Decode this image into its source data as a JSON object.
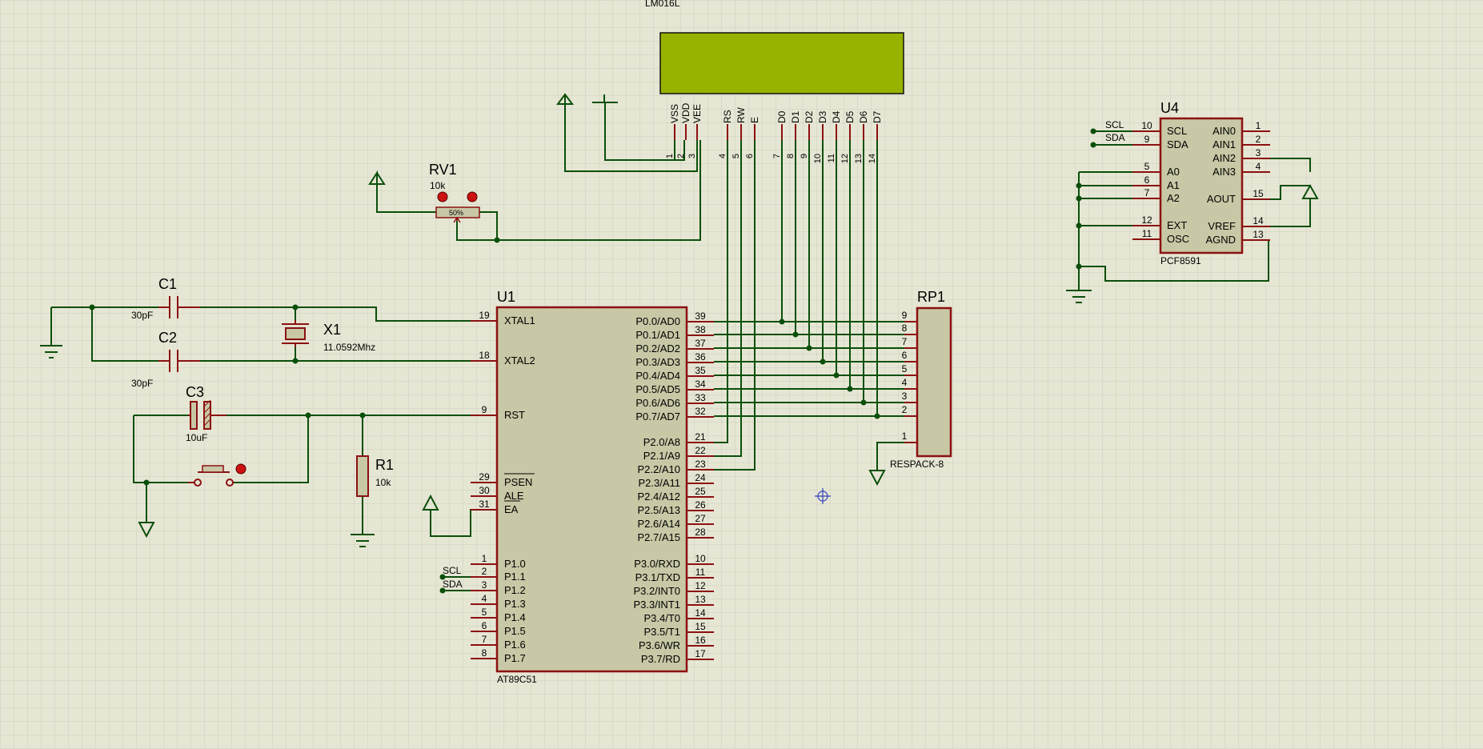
{
  "colors": {
    "wire": "#0a4f0a",
    "body_stroke": "#8b1010",
    "body_fill": "#c8c8a6",
    "lcd_fill": "#98b200",
    "grid": "#cfcfbf"
  },
  "lcd": {
    "title": "LM016L",
    "pins": [
      {
        "name": "VSS",
        "num": "1"
      },
      {
        "name": "VDD",
        "num": "2"
      },
      {
        "name": "VEE",
        "num": "3"
      },
      {
        "name": "RS",
        "num": "4"
      },
      {
        "name": "RW",
        "num": "5"
      },
      {
        "name": "E",
        "num": "6"
      },
      {
        "name": "D0",
        "num": "7"
      },
      {
        "name": "D1",
        "num": "8"
      },
      {
        "name": "D2",
        "num": "9"
      },
      {
        "name": "D3",
        "num": "10"
      },
      {
        "name": "D4",
        "num": "11"
      },
      {
        "name": "D5",
        "num": "12"
      },
      {
        "name": "D6",
        "num": "13"
      },
      {
        "name": "D7",
        "num": "14"
      }
    ]
  },
  "rv1": {
    "ref": "RV1",
    "value": "10k",
    "percent": "50%"
  },
  "c1": {
    "ref": "C1",
    "value": "30pF"
  },
  "c2": {
    "ref": "C2",
    "value": "30pF"
  },
  "c3": {
    "ref": "C3",
    "value": "10uF"
  },
  "x1": {
    "ref": "X1",
    "value": "11.0592Mhz"
  },
  "r1": {
    "ref": "R1",
    "value": "10k"
  },
  "u1": {
    "ref": "U1",
    "part": "AT89C51",
    "left_pins": [
      {
        "name": "XTAL1",
        "num": "19"
      },
      {
        "name": "XTAL2",
        "num": "18"
      },
      {
        "name": "RST",
        "num": "9"
      },
      {
        "name": "PSEN",
        "num": "29"
      },
      {
        "name": "ALE",
        "num": "30"
      },
      {
        "name": "EA",
        "num": "31"
      },
      {
        "name": "P1.0",
        "num": "1"
      },
      {
        "name": "P1.1",
        "num": "2"
      },
      {
        "name": "P1.2",
        "num": "3"
      },
      {
        "name": "P1.3",
        "num": "4"
      },
      {
        "name": "P1.4",
        "num": "5"
      },
      {
        "name": "P1.5",
        "num": "6"
      },
      {
        "name": "P1.6",
        "num": "7"
      },
      {
        "name": "P1.7",
        "num": "8"
      }
    ],
    "right_pins": [
      {
        "name": "P0.0/AD0",
        "num": "39"
      },
      {
        "name": "P0.1/AD1",
        "num": "38"
      },
      {
        "name": "P0.2/AD2",
        "num": "37"
      },
      {
        "name": "P0.3/AD3",
        "num": "36"
      },
      {
        "name": "P0.4/AD4",
        "num": "35"
      },
      {
        "name": "P0.5/AD5",
        "num": "34"
      },
      {
        "name": "P0.6/AD6",
        "num": "33"
      },
      {
        "name": "P0.7/AD7",
        "num": "32"
      },
      {
        "name": "P2.0/A8",
        "num": "21"
      },
      {
        "name": "P2.1/A9",
        "num": "22"
      },
      {
        "name": "P2.2/A10",
        "num": "23"
      },
      {
        "name": "P2.3/A11",
        "num": "24"
      },
      {
        "name": "P2.4/A12",
        "num": "25"
      },
      {
        "name": "P2.5/A13",
        "num": "26"
      },
      {
        "name": "P2.6/A14",
        "num": "27"
      },
      {
        "name": "P2.7/A15",
        "num": "28"
      },
      {
        "name": "P3.0/RXD",
        "num": "10"
      },
      {
        "name": "P3.1/TXD",
        "num": "11"
      },
      {
        "name": "P3.2/INT0",
        "num": "12"
      },
      {
        "name": "P3.3/INT1",
        "num": "13"
      },
      {
        "name": "P3.4/T0",
        "num": "14"
      },
      {
        "name": "P3.5/T1",
        "num": "15"
      },
      {
        "name": "P3.6/WR",
        "num": "16"
      },
      {
        "name": "P3.7/RD",
        "num": "17"
      }
    ],
    "scl_label": "SCL",
    "sda_label": "SDA"
  },
  "rp1": {
    "ref": "RP1",
    "part": "RESPACK-8",
    "pins": [
      "9",
      "8",
      "7",
      "6",
      "5",
      "4",
      "3",
      "2",
      "1"
    ]
  },
  "u4": {
    "ref": "U4",
    "part": "PCF8591",
    "left_pins": [
      {
        "name": "SCL",
        "num": "10"
      },
      {
        "name": "SDA",
        "num": "9"
      },
      {
        "name": "A0",
        "num": "5"
      },
      {
        "name": "A1",
        "num": "6"
      },
      {
        "name": "A2",
        "num": "7"
      },
      {
        "name": "EXT",
        "num": "12"
      },
      {
        "name": "OSC",
        "num": "11"
      }
    ],
    "right_pins": [
      {
        "name": "AIN0",
        "num": "1"
      },
      {
        "name": "AIN1",
        "num": "2"
      },
      {
        "name": "AIN2",
        "num": "3"
      },
      {
        "name": "AIN3",
        "num": "4"
      },
      {
        "name": "AOUT",
        "num": "15"
      },
      {
        "name": "VREF",
        "num": "14"
      },
      {
        "name": "AGND",
        "num": "13"
      }
    ],
    "scl_label": "SCL",
    "sda_label": "SDA"
  }
}
